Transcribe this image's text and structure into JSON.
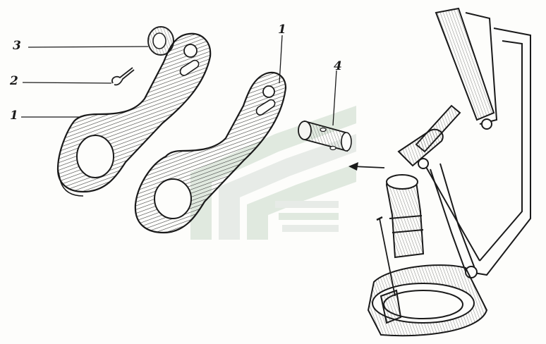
{
  "figure": {
    "callouts": [
      {
        "id": "c3",
        "text": "3"
      },
      {
        "id": "c2",
        "text": "2"
      },
      {
        "id": "c1a",
        "text": "1"
      },
      {
        "id": "c1b",
        "text": "1"
      },
      {
        "id": "c4",
        "text": "4"
      }
    ],
    "parts": {
      "lever_front": "lever",
      "lever_rear": "lever",
      "washer": "washer",
      "cotter_pin": "cotter-pin",
      "axle_pin": "axle-pin"
    },
    "watermark": {
      "colors": [
        "#d9e6d9",
        "#e3e7e3"
      ]
    },
    "ink_color": "#222222"
  }
}
